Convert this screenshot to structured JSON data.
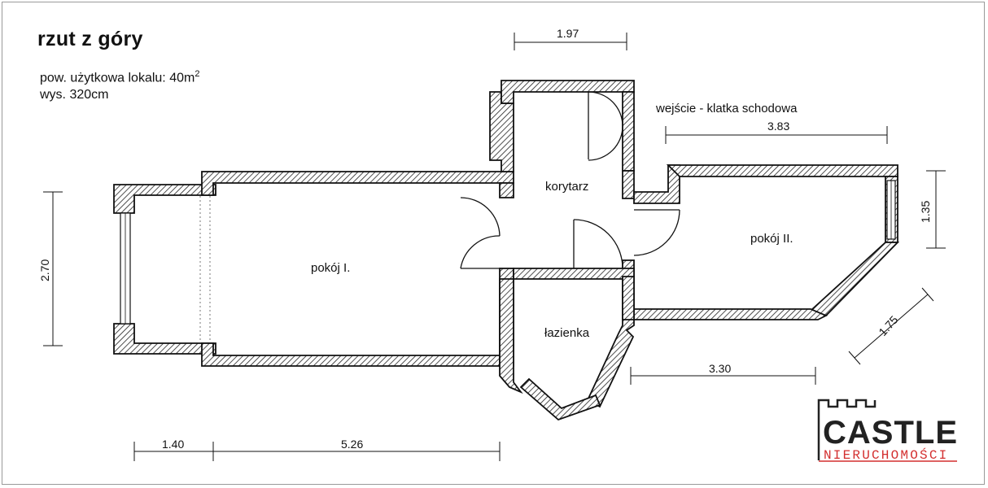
{
  "header": {
    "title": "rzut z góry",
    "area_label": "pow. użytkowa lokalu: 40m",
    "area_sup": "2",
    "height_label": "wys. 320cm"
  },
  "rooms": {
    "room1": "pokój I.",
    "room2": "pokój II.",
    "corridor": "korytarz",
    "bathroom": "łazienka",
    "entrance": "wejście - klatka schodowa"
  },
  "dimensions": {
    "top": "1.97",
    "entrance_width": "3.83",
    "left_height": "2.70",
    "right_height": "1.35",
    "diagonal": "1.75",
    "bottom_right": "3.30",
    "bottom_left_a": "1.40",
    "bottom_left_b": "5.26"
  },
  "logo": {
    "name": "CASTLE",
    "subtitle": "NIERUCHOMOŚCI",
    "accent_color": "#d32f2f"
  }
}
